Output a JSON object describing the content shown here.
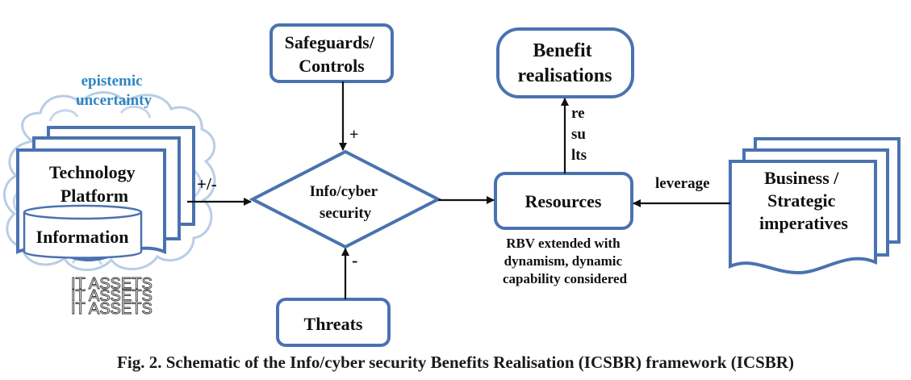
{
  "nodes": {
    "safeguards": [
      "Safeguards/",
      "Controls"
    ],
    "benefit": [
      "Benefit",
      "realisations"
    ],
    "security": [
      "Info/cyber",
      "security"
    ],
    "resources": "Resources",
    "threats": "Threats",
    "business": [
      "Business /",
      "Strategic",
      "imperatives"
    ],
    "technology": [
      "Technology",
      "Platform"
    ],
    "information": "Information"
  },
  "labels": {
    "epistemic": [
      "epistemic",
      "uncertainty"
    ],
    "plus_minus": "+/-",
    "plus": "+",
    "minus": "-",
    "results": [
      "re",
      "su",
      "lts"
    ],
    "leverage": "leverage",
    "rbv_note": [
      "RBV extended with",
      "dynamism, dynamic",
      "capability considered"
    ],
    "it_assets": [
      "IT ASSETS",
      "IT ASSETS",
      "IT ASSETS"
    ]
  },
  "caption": "Fig. 2. Schematic of the Info/cyber security Benefits Realisation (ICSBR) framework (ICSBR)",
  "colors": {
    "box_stroke": "#4a72b0",
    "cloud_stroke": "#b8cde6",
    "epistemic_text": "#2e86c1",
    "arrow": "#111111"
  }
}
